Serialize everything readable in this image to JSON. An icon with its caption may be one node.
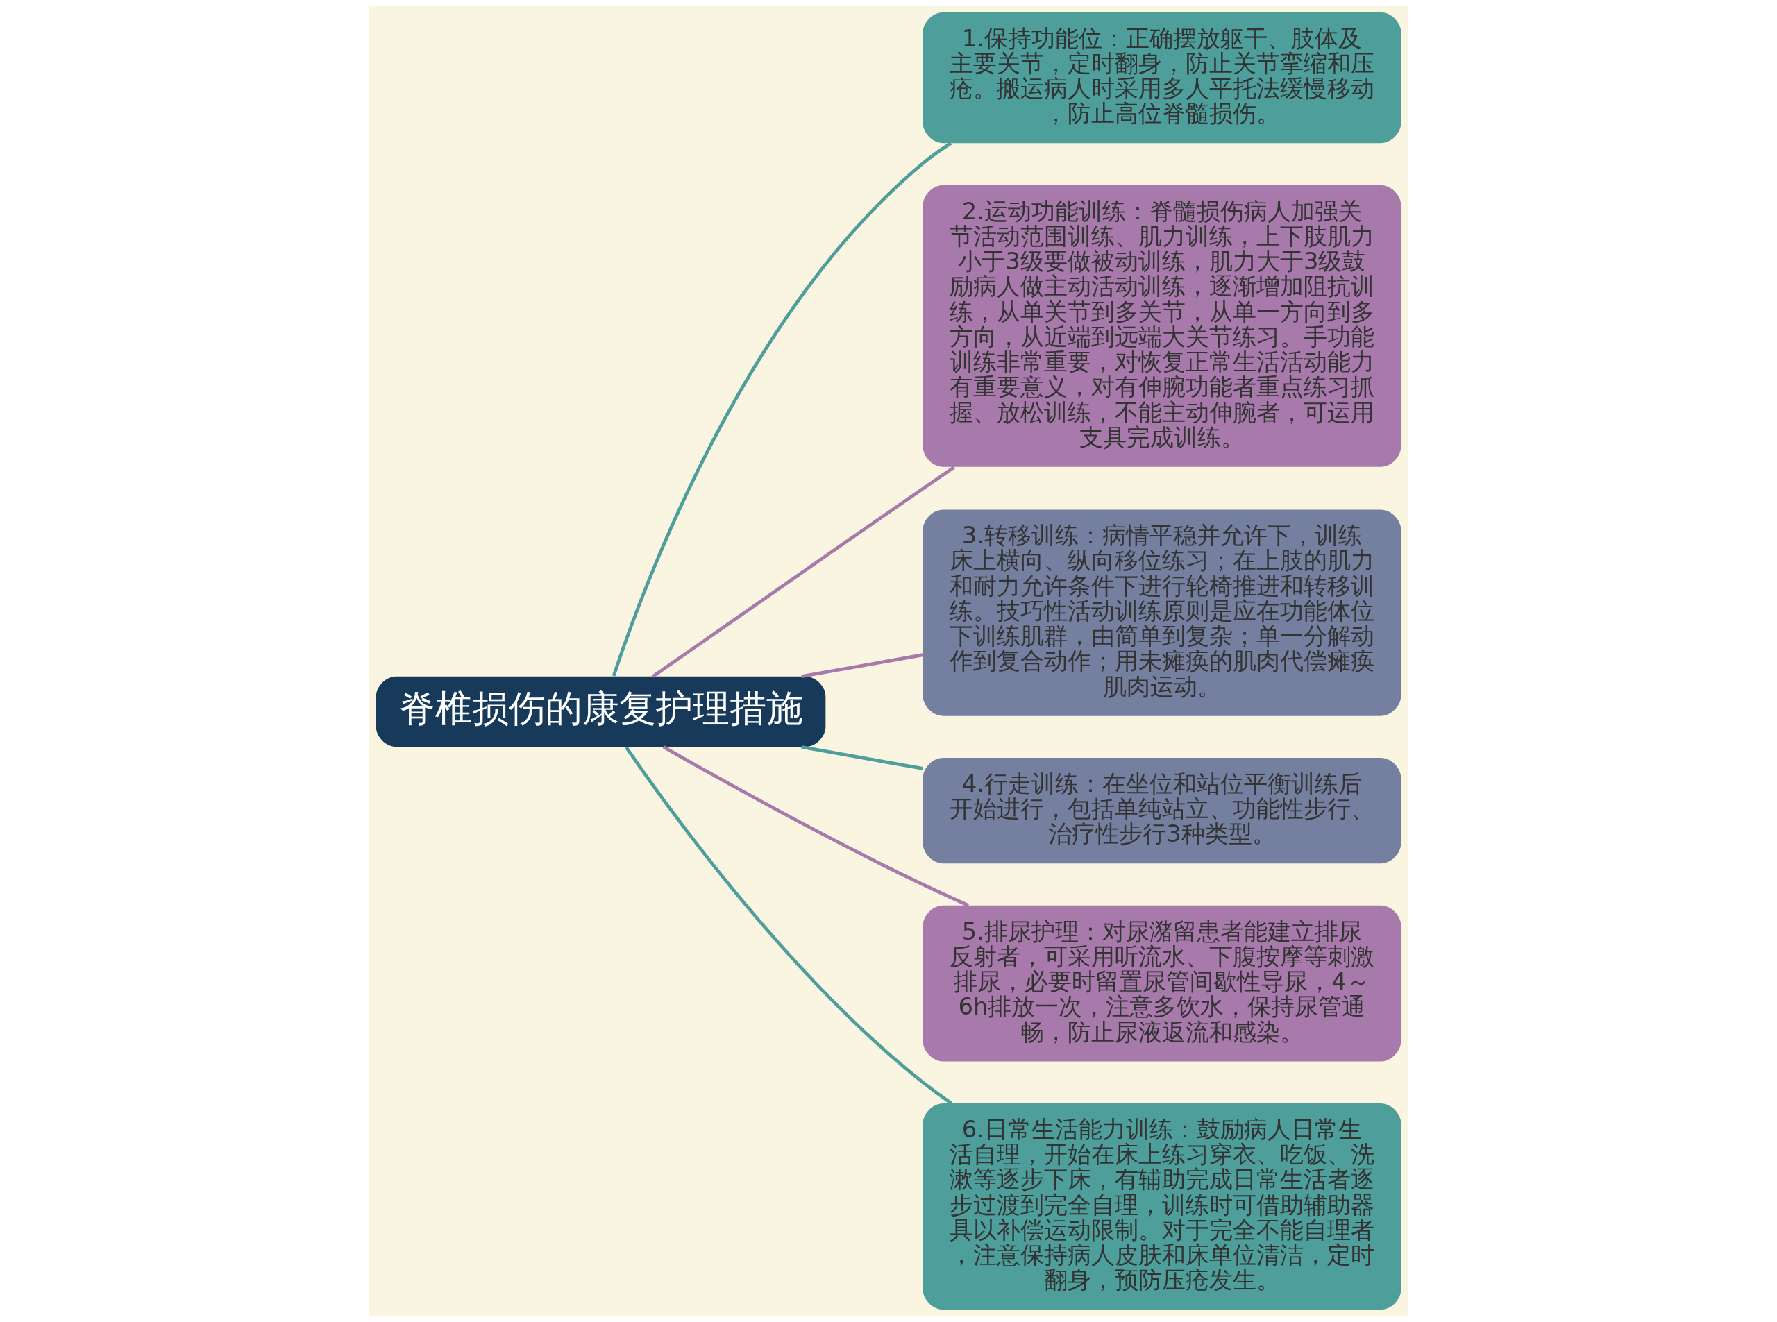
{
  "diagram": {
    "nodes": [
      {
        "text": [
          "脊椎损伤的康复护理措施"
        ]
      },
      {
        "text": [
          "1.保持功能位：正确摆放躯干、肢体及主要关节，定时翻身，防止关节挛缩和压疮。搬运病人时采用多人平托法缓慢移动，防止高位脊髓损伤。"
        ]
      },
      {
        "text": [
          "2.运动功能训练：脊髓损伤病人加强关节活动范围训练、肌力训练，上下肢肌力小于3级要做被动训练，肌力大于3级鼓励病人做主动活动训练，逐渐增加阻抗训练，从单关节到多关节，从单一方向到多方向，从近端到远端大关节练习。手功能训练非常重要，对恢复正常生活活动能力有重要意义，对有伸腕功能者重点练习抓握、放松训练，不能主动伸腕者，可运用支具完成训练。"
        ]
      },
      {
        "text": [
          "3.转移训练：病情平稳并允许下，训练床上横向、纵向移位练习；在上肢的肌力和耐力允许条件下进行轮椅推进和转移训练。技巧性活动训练原则是应在功能体位下训练肌群，由简单到复杂；单一分解动作到复合动作；用未瘫痪的肌肉代偿瘫痪肌肉运动。"
        ]
      },
      {
        "text": [
          "4.行走训练：在坐位和站位平衡训练后开始进行，包括单纯站立、功能性步行、治疗性步行3种类型。"
        ]
      },
      {
        "text": [
          "5.排尿护理：对尿潴留患者能建立排尿反射者，可采用听流水、下腹按摩等刺激排尿，必要时留置尿管间歇性导尿，4～6h排放一次，注意多饮水，保持尿管通畅，防止尿液返流和感染。"
        ]
      },
      {
        "text": [
          "6.日常生活能力训练：鼓励病人日常生活自理，开始在床上练习穿衣、吃饭、洗漱等逐步下床，有辅助完成日常生活者逐步过渡到完全自理，训练时可借助辅助器具以补偿运动限制。对于完全不能自理者，注意保持病人皮肤和床单位清洁，定时翻身，预防压疮发生。"
        ]
      }
    ],
    "edges": [
      {
        "from": 0,
        "to": 1,
        "arrow": "none",
        "color": "#4e9e9c"
      },
      {
        "from": 0,
        "to": 2,
        "arrow": "none",
        "color": "#a87aac"
      },
      {
        "from": 0,
        "to": 3,
        "arrow": "none",
        "color": "#a87aac"
      },
      {
        "from": 0,
        "to": 4,
        "arrow": "none",
        "color": "#4e9e9c"
      },
      {
        "from": 0,
        "to": 5,
        "arrow": "none",
        "color": "#a87aac"
      },
      {
        "from": 0,
        "to": 6,
        "arrow": "none",
        "color": "#4e9e9c"
      }
    ]
  }
}
